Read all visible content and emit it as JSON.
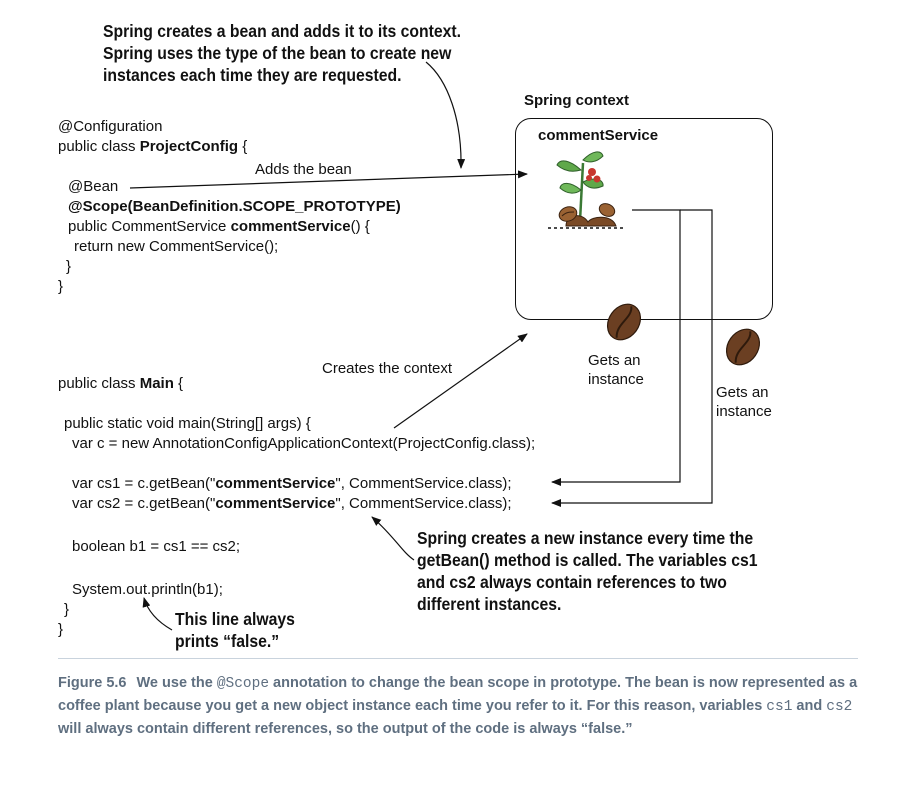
{
  "top_callout": [
    "Spring creates a bean and adds it to its context.",
    "Spring uses the type of the bean to create new",
    "instances each time they are requested."
  ],
  "context": {
    "title": "Spring context",
    "bean_name": "commentService"
  },
  "config_code": {
    "l1": "@Configuration",
    "l2_pre": "public class ",
    "l2_bold": "ProjectConfig",
    "l2_post": " {",
    "l3": "@Bean",
    "l4": "@Scope(BeanDefinition.SCOPE_PROTOTYPE)",
    "l5_pre": "public CommentService ",
    "l5_bold": "commentService",
    "l5_post": "() {",
    "l6": "return new CommentService();",
    "l7": "}",
    "l8": "}"
  },
  "adds_bean_label": "Adds the bean",
  "creates_context_label": "Creates the context",
  "gets_instance_1": [
    "Gets an",
    "instance"
  ],
  "gets_instance_2": [
    "Gets an",
    "instance"
  ],
  "main_code": {
    "l1_pre": "public class ",
    "l1_bold": "Main",
    "l1_post": " {",
    "l2": "public static void main(String[] args) {",
    "l3": "var c = new AnnotationConfigApplicationContext(ProjectConfig.class);",
    "l4_pre": "var cs1 = c.getBean(\"",
    "l4_bold": "commentService",
    "l4_post": "\", CommentService.class);",
    "l5_pre": "var cs2 = c.getBean(\"",
    "l5_bold": "commentService",
    "l5_post": "\", CommentService.class);",
    "l6": "boolean b1 = cs1 == cs2;",
    "l7": "System.out.println(b1);",
    "l8": "}",
    "l9": "}"
  },
  "getbean_callout": [
    "Spring creates a new instance every time the",
    "getBean() method is called. The variables cs1",
    "and cs2 always contain references to two",
    "different instances."
  ],
  "false_callout": [
    "This line always",
    "prints “false.”"
  ],
  "caption": {
    "fig": "Figure 5.6",
    "t1": "We use the ",
    "code1": "@Scope",
    "t2": " annotation to change the bean scope in prototype. The bean is now represented as a coffee plant because you get a new object instance each time you refer to it. For this reason, variables ",
    "code2": "cs1",
    "t3": " and ",
    "code3": "cs2",
    "t4": " will always contain different references, so the output of the code is always “false.”"
  },
  "icons": [
    "coffee-plant-icon",
    "coffee-bean-icon"
  ]
}
